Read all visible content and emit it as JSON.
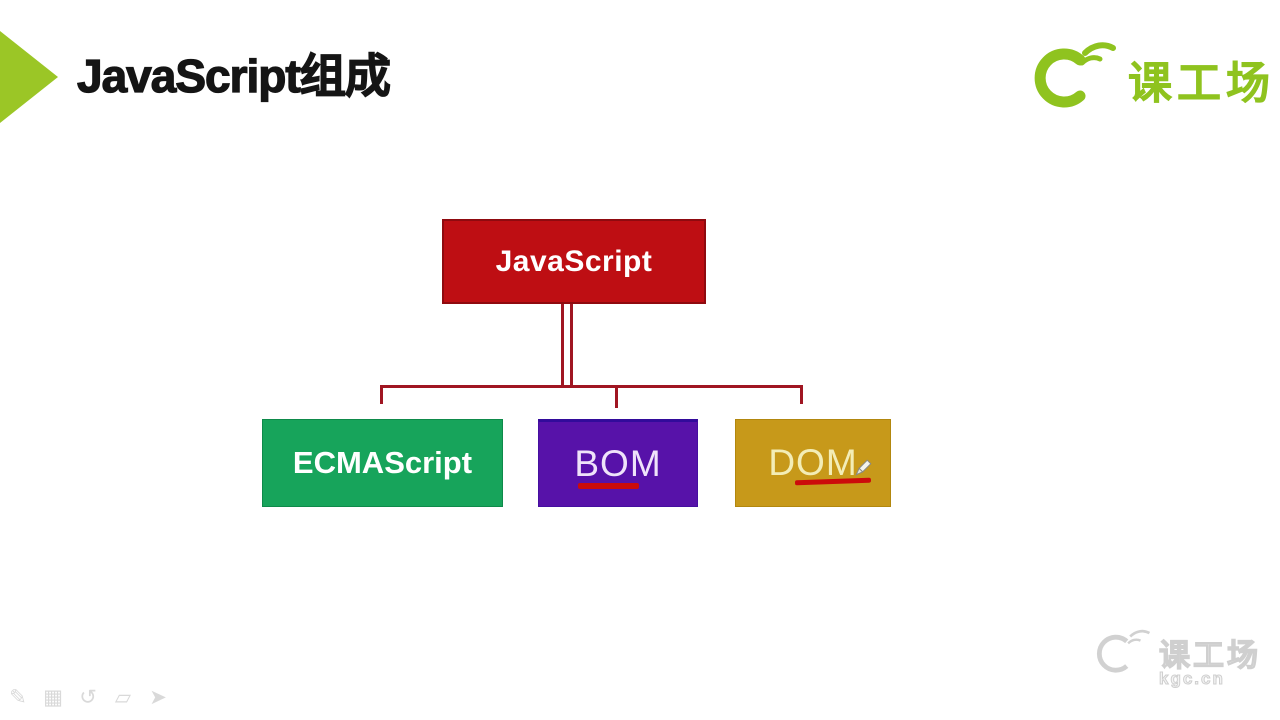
{
  "header": {
    "title": "JavaScript组成",
    "accent_color": "#9BC626"
  },
  "brand": {
    "name": "课工场",
    "color": "#8FC31F"
  },
  "diagram": {
    "root": {
      "label": "JavaScript",
      "fill": "#BE0E13",
      "text_color": "#FFFFFF"
    },
    "children": [
      {
        "label": "ECMAScript",
        "fill": "#17A45B",
        "text_color": "#FFFFFF"
      },
      {
        "label": "BOM",
        "fill": "#5712A9",
        "text_color": "#EFE3FA"
      },
      {
        "label": "DOM",
        "fill": "#C7991A",
        "text_color": "#F3EDB6"
      }
    ],
    "connector_color": "#A01622",
    "annotation_color": "#CC0B0B"
  },
  "watermark": {
    "name": "课工场",
    "domain": "kgc.cn",
    "color": "#ADADAD"
  },
  "tools": {
    "items": [
      {
        "name": "pen-tool",
        "glyph": "✎"
      },
      {
        "name": "highlighter-tool",
        "glyph": "▦"
      },
      {
        "name": "undo-tool",
        "glyph": "↺"
      },
      {
        "name": "eraser-tool",
        "glyph": "▱"
      },
      {
        "name": "pointer-tool",
        "glyph": "➤"
      }
    ]
  }
}
